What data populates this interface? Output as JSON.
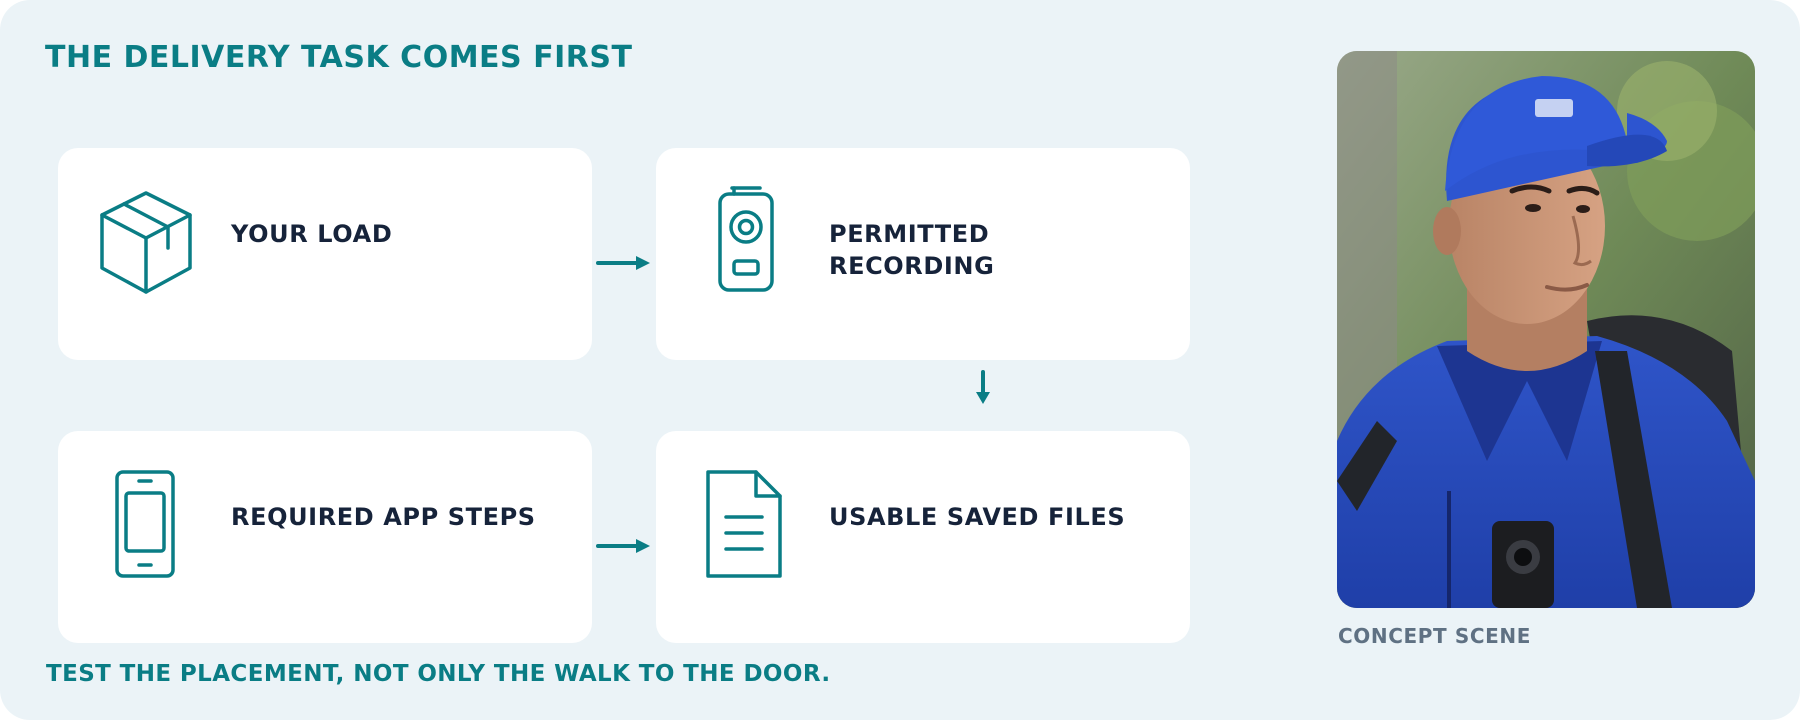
{
  "title": "THE DELIVERY TASK COMES FIRST",
  "cards": [
    {
      "label": "YOUR LOAD",
      "icon": "package-icon"
    },
    {
      "label": "PERMITTED\nRECORDING",
      "icon": "body-camera-icon"
    },
    {
      "label": "REQUIRED APP STEPS",
      "icon": "smartphone-icon"
    },
    {
      "label": "USABLE SAVED FILES",
      "icon": "document-icon"
    }
  ],
  "footer": "TEST THE PLACEMENT, NOT ONLY THE WALK TO THE DOOR.",
  "photo": {
    "caption": "CONCEPT SCENE",
    "image": "courier-with-body-camera-photo"
  },
  "colors": {
    "accent": "#0a7d85",
    "background": "#ebf3f7",
    "card": "#ffffff",
    "text": "#16233a",
    "caption": "#5f7183"
  }
}
